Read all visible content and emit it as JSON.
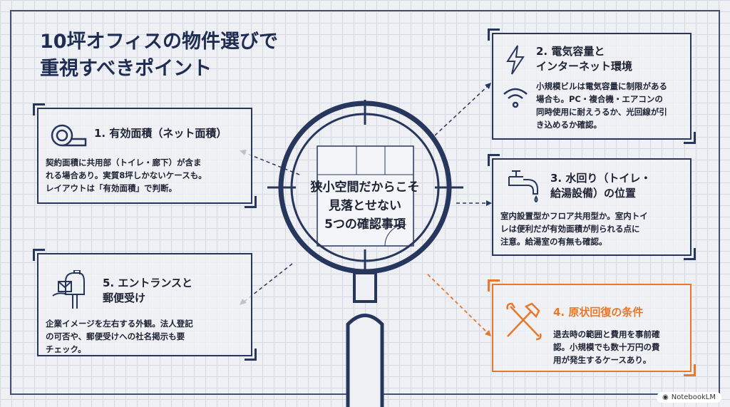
{
  "title": {
    "line1": "10坪オフィスの物件選びで",
    "line2": "重視すべきポイント"
  },
  "center": {
    "line1": "狭小空間だからこそ",
    "line2": "見落とせない",
    "line3": "5つの確認事項"
  },
  "points": [
    {
      "heading_l1": "1. 有効面積（ネット面積）",
      "body": [
        "契約面積に共用部（トイレ・廊下）が含ま",
        "れる場合あり。実質8坪しかないケースも。",
        "レイアウトは「有効面積」で判断。"
      ],
      "icon": "tape-measure-icon"
    },
    {
      "heading_l1": "2. 電気容量と",
      "heading_l2": "インターネット環境",
      "body": [
        "小規模ビルは電気容量に制限がある",
        "場合も。PC・複合機・エアコンの",
        "同時使用に耐えうるか、光回線が引",
        "き込めるか確認。"
      ],
      "icon": "lightning-wifi-icon"
    },
    {
      "heading_l1": "3. 水回り（トイレ・",
      "heading_l2": "給湯設備）の位置",
      "body": [
        "室内設置型かフロア共用型か。室内トイ",
        "レは便利だが有効面積が削られる点に",
        "注意。給湯室の有無も確認。"
      ],
      "icon": "faucet-icon"
    },
    {
      "heading_l1": "4. 原状回復の条件",
      "body": [
        "退去時の範囲と費用を事前確",
        "認。小規模でも数十万円の費",
        "用が発生するケースあり。"
      ],
      "icon": "hammer-wrench-icon"
    },
    {
      "heading_l1": "5. エントランスと",
      "heading_l2": "郵便受け",
      "body": [
        "企業イメージを左右する外観。法人登記",
        "の可否や、郵便受けへの社名掲示も要",
        "チェック。"
      ],
      "icon": "mailbox-icon"
    }
  ],
  "badge": "NotebookLM",
  "colors": {
    "navy": "#26365c",
    "accent": "#e8782a"
  }
}
